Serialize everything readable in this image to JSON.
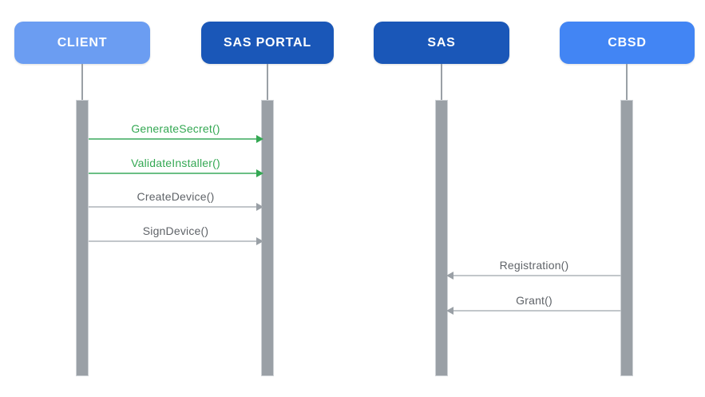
{
  "diagram": {
    "type": "sequence-diagram",
    "actors": [
      {
        "label": "CLIENT",
        "color": "#6B9DF2"
      },
      {
        "label": "SAS PORTAL",
        "color": "#1A57B8"
      },
      {
        "label": "SAS",
        "color": "#1A57B8"
      },
      {
        "label": "CBSD",
        "color": "#4285F4"
      }
    ],
    "messages": [
      {
        "label": "GenerateSecret()",
        "from": "CLIENT",
        "to": "SAS PORTAL",
        "style": "green",
        "direction": "right"
      },
      {
        "label": "ValidateInstaller()",
        "from": "CLIENT",
        "to": "SAS PORTAL",
        "style": "green",
        "direction": "right"
      },
      {
        "label": "CreateDevice()",
        "from": "CLIENT",
        "to": "SAS PORTAL",
        "style": "gray",
        "direction": "right"
      },
      {
        "label": "SignDevice()",
        "from": "CLIENT",
        "to": "SAS PORTAL",
        "style": "gray",
        "direction": "right"
      },
      {
        "label": "Registration()",
        "from": "CBSD",
        "to": "SAS",
        "style": "gray",
        "direction": "left"
      },
      {
        "label": "Grant()",
        "from": "CBSD",
        "to": "SAS",
        "style": "gray",
        "direction": "left"
      }
    ],
    "colors": {
      "c-client": "#6B9DF2",
      "c-portal": "#1A57B8",
      "c-sas": "#1A57B8",
      "c-cbsd": "#4285F4",
      "c-green": "#34A853",
      "c-green-line": "#6BBF85",
      "c-gray-text": "#5F6368",
      "c-gray-line": "#C2C6CA",
      "c-gray-head": "#9AA0A6",
      "c-bar": "#9AA0A6",
      "c-bar-edge": "#CED2D6",
      "c-lifeline": "#9AA0A6"
    }
  }
}
